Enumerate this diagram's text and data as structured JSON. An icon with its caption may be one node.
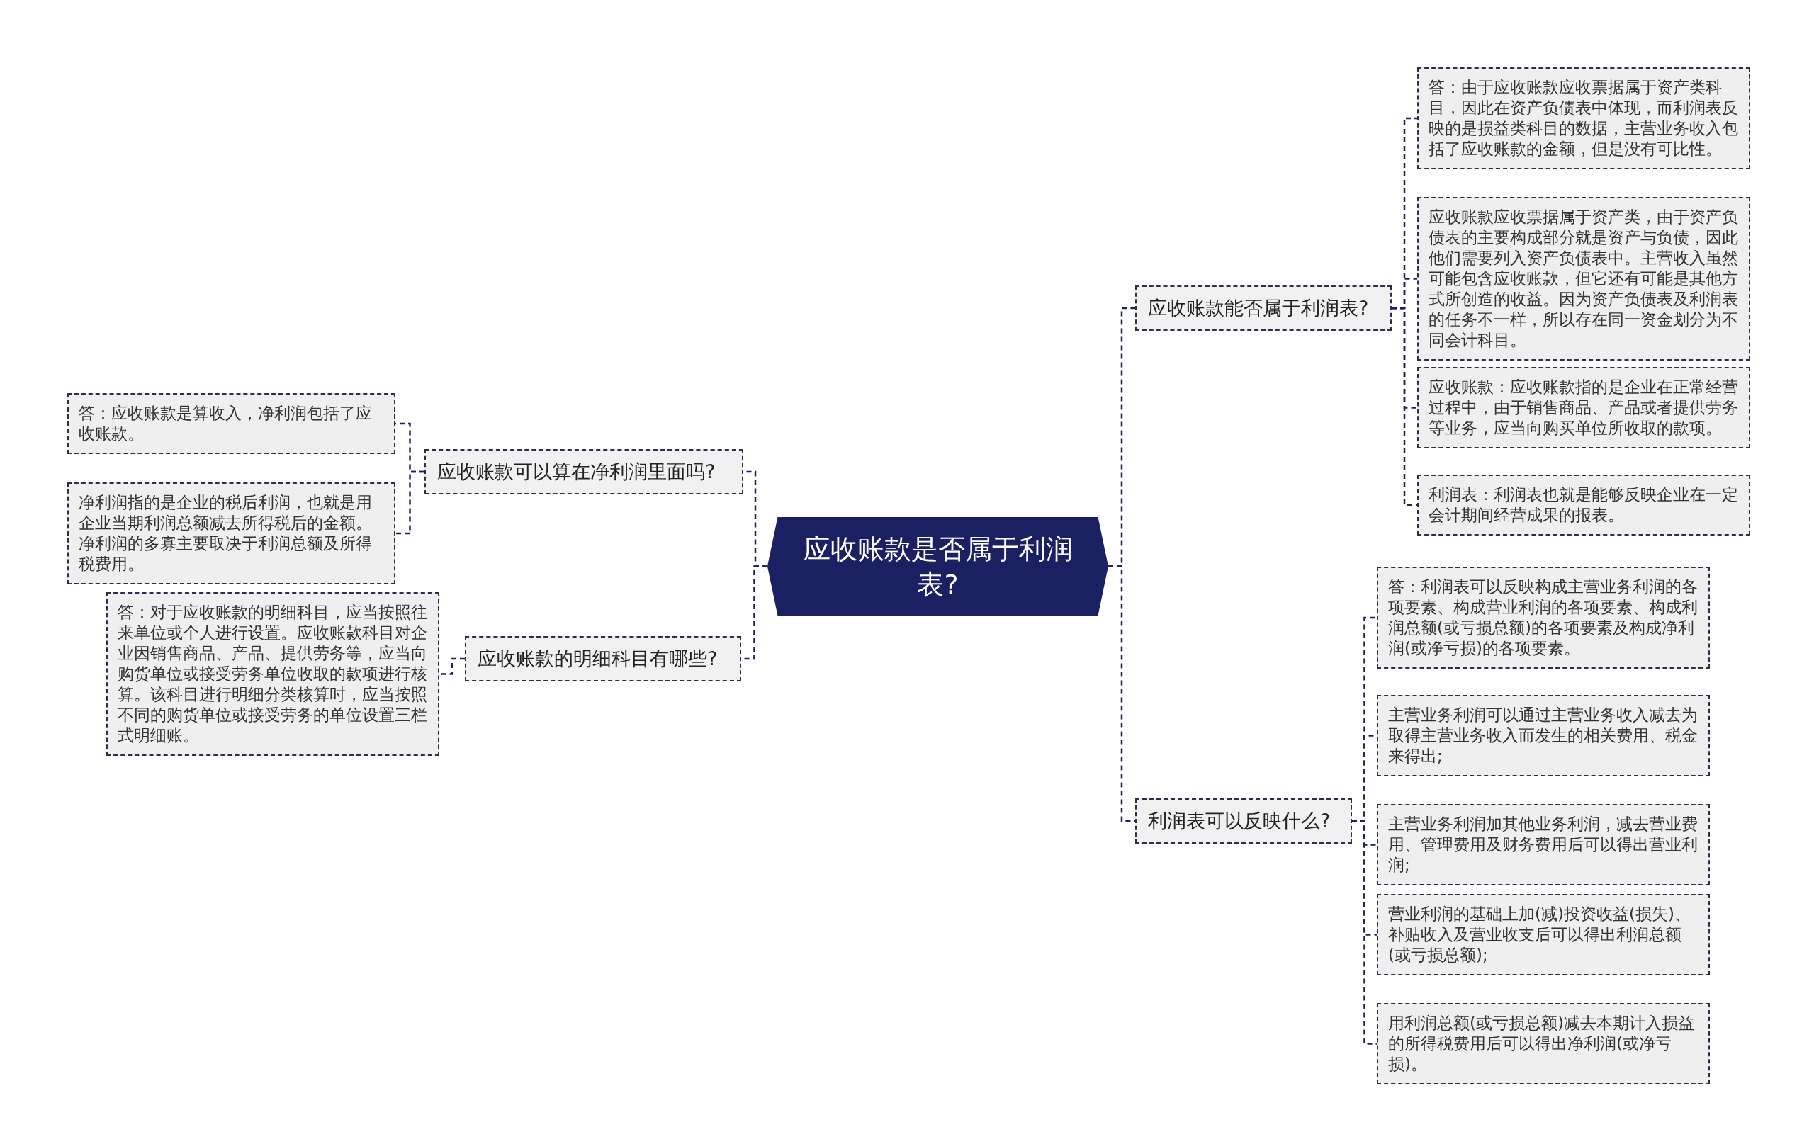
{
  "diagram": {
    "nodes": [
      {
        "text": [
          "应收账款是否属于利润表?"
        ]
      },
      {
        "text": [
          "应收账款可以算在净利润里面吗?"
        ]
      },
      {
        "text": [
          "答：应收账款是算收入，净利润包括了应收账款。"
        ]
      },
      {
        "text": [
          "净利润指的是企业的税后利润，也就是用企业当期利润总额减去所得税后的金额。净利润的多寡主要取决于利润总额及所得税费用。"
        ]
      },
      {
        "text": [
          "应收账款的明细科目有哪些?"
        ]
      },
      {
        "text": [
          "答：对于应收账款的明细科目，应当按照往来单位或个人进行设置。应收账款科目对企业因销售商品、产品、提供劳务等，应当向购货单位或接受劳务单位收取的款项进行核算。该科目进行明细分类核算时，应当按照不同的购货单位或接受劳务的单位设置三栏式明细账。"
        ]
      },
      {
        "text": [
          "应收账款能否属于利润表?"
        ]
      },
      {
        "text": [
          "答：由于应收账款应收票据属于资产类科目，因此在资产负债表中体现，而利润表反映的是损益类科目的数据，主营业务收入包括了应收账款的金额，但是没有可比性。"
        ]
      },
      {
        "text": [
          "应收账款应收票据属于资产类，由于资产负债表的主要构成部分就是资产与负债，因此他们需要列入资产负债表中。主营收入虽然可能包含应收账款，但它还有可能是其他方式所创造的收益。因为资产负债表及利润表的任务不一样，所以存在同一资金划分为不同会计科目。"
        ]
      },
      {
        "text": [
          "应收账款：应收账款指的是企业在正常经营过程中，由于销售商品、产品或者提供劳务等业务，应当向购买单位所收取的款项。"
        ]
      },
      {
        "text": [
          "利润表：利润表也就是能够反映企业在一定会计期间经营成果的报表。"
        ]
      },
      {
        "text": [
          "利润表可以反映什么?"
        ]
      },
      {
        "text": [
          "答：利润表可以反映构成主营业务利润的各项要素、构成营业利润的各项要素、构成利润总额(或亏损总额)的各项要素及构成净利润(或净亏损)的各项要素。"
        ]
      },
      {
        "text": [
          "主营业务利润可以通过主营业务收入减去为取得主营业务收入而发生的相关费用、税金来得出;"
        ]
      },
      {
        "text": [
          "主营业务利润加其他业务利润，减去营业费用、管理费用及财务费用后可以得出营业利润;"
        ]
      },
      {
        "text": [
          "营业利润的基础上加(减)投资收益(损失)、补贴收入及营业收支后可以得出利润总额(或亏损总额);"
        ]
      },
      {
        "text": [
          "用利润总额(或亏损总额)减去本期计入损益的所得税费用后可以得出净利润(或净亏损)。"
        ]
      }
    ],
    "edges": [
      {
        "from": 0,
        "to": 1,
        "arrow": "none"
      },
      {
        "from": 1,
        "to": 2,
        "arrow": "none"
      },
      {
        "from": 1,
        "to": 3,
        "arrow": "none"
      },
      {
        "from": 0,
        "to": 4,
        "arrow": "none"
      },
      {
        "from": 4,
        "to": 5,
        "arrow": "none"
      },
      {
        "from": 0,
        "to": 6,
        "arrow": "none"
      },
      {
        "from": 6,
        "to": 7,
        "arrow": "none"
      },
      {
        "from": 6,
        "to": 8,
        "arrow": "none"
      },
      {
        "from": 6,
        "to": 9,
        "arrow": "none"
      },
      {
        "from": 6,
        "to": 10,
        "arrow": "none"
      },
      {
        "from": 0,
        "to": 11,
        "arrow": "none"
      },
      {
        "from": 11,
        "to": 12,
        "arrow": "none"
      },
      {
        "from": 11,
        "to": 13,
        "arrow": "none"
      },
      {
        "from": 11,
        "to": 14,
        "arrow": "none"
      },
      {
        "from": 11,
        "to": 15,
        "arrow": "none"
      },
      {
        "from": 11,
        "to": 16,
        "arrow": "none"
      }
    ]
  }
}
